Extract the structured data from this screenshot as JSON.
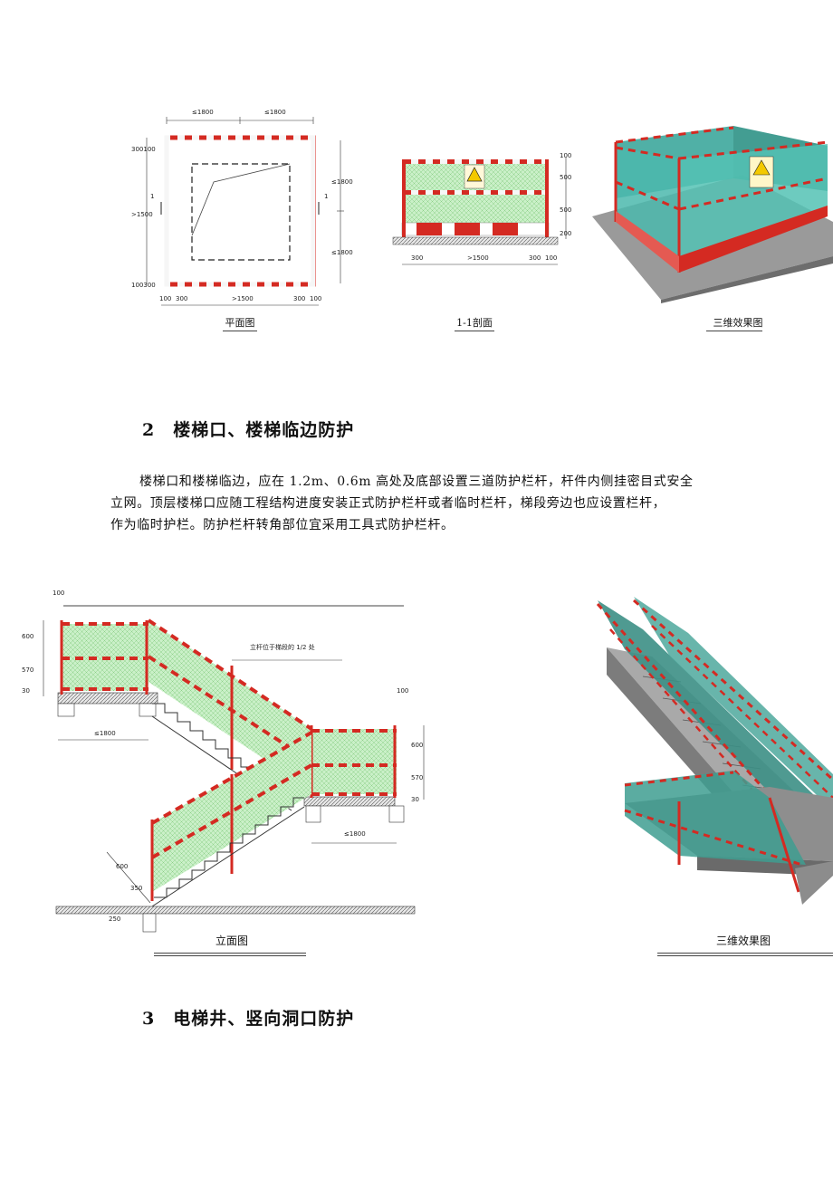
{
  "figure1": {
    "plan_caption": "平面图",
    "section_caption": "1-1剖面",
    "render_caption": "三维效果图",
    "plan_dims": {
      "top_left": "≤1800",
      "top_right": "≤1800",
      "left_top": "300100",
      "left_mid": ">1500",
      "left_bot": "100300",
      "right_top": "≤1800",
      "right_bot": "≤1800",
      "bottom": [
        "100",
        "300",
        ">1500",
        "300",
        "100"
      ],
      "cut_left": "1",
      "cut_right": "1"
    },
    "section_dims": {
      "right": [
        "100",
        "500",
        "500",
        "200"
      ],
      "bottom": [
        "300",
        ">1500",
        "300",
        "100"
      ]
    }
  },
  "section2": {
    "heading": "2　楼梯口、楼梯临边防护",
    "paragraph": [
      "楼梯口和楼梯临边，应在 1.2m、0.6m 高处及底部设置三道防护栏杆，杆件内侧挂密目式安全",
      "立网。顶层楼梯口应随工程结构进度安装正式防护栏杆或者临时栏杆，梯段旁边也应设置栏杆，",
      "作为临时护栏。防护栏杆转角部位宜采用工具式防护栏杆。"
    ]
  },
  "figure2": {
    "elevation_caption": "立面图",
    "render_caption": "三维效果图",
    "note": "立杆位于梯段的 1/2 处",
    "dims": {
      "top": "100",
      "left": [
        "600",
        "570",
        "30"
      ],
      "left_width": "≤1800",
      "right_top": "100",
      "right": [
        "600",
        "570",
        "30"
      ],
      "right_width": "≤1800",
      "slope": [
        "600",
        "350",
        "250"
      ]
    }
  },
  "section3": {
    "heading": "3　电梯井、竖向洞口防护"
  },
  "colors": {
    "rail_red": "#d42a22",
    "mesh_green": "#c9f0c9",
    "concrete": "#bdbdbd"
  }
}
